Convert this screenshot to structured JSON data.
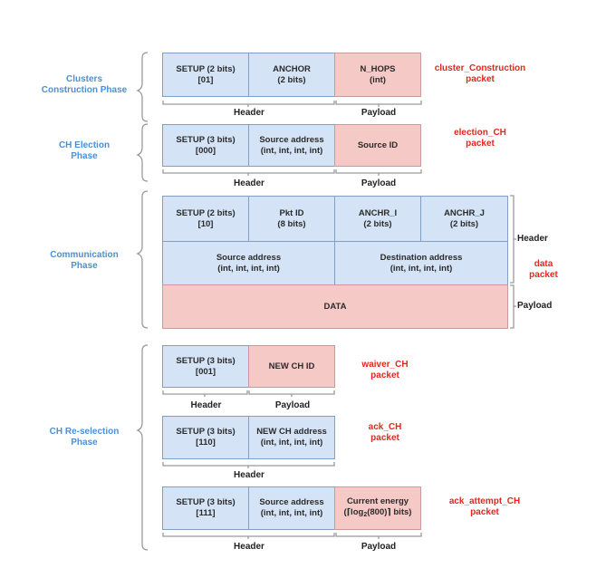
{
  "phases": {
    "clusters": "Clusters\nConstruction Phase",
    "election": "CH Election\nPhase",
    "communication": "Communication\nPhase",
    "reselection": "CH Re-selection\nPhase"
  },
  "cluster_packet": {
    "cells": [
      "SETUP (2 bits)\n[01]",
      "ANCHOR\n(2 bits)",
      "N_HOPS\n(int)"
    ],
    "header": "Header",
    "payload": "Payload",
    "name": "cluster_Construction\npacket"
  },
  "election_packet": {
    "cells": [
      "SETUP (3 bits)\n[000]",
      "Source address\n(int, int, int, int)",
      "Source ID"
    ],
    "header": "Header",
    "payload": "Payload",
    "name": "election_CH\npacket"
  },
  "data_packet": {
    "row1": [
      "SETUP (2 bits)\n[10]",
      "Pkt ID\n(8 bits)",
      "ANCHR_I\n(2 bits)",
      "ANCHR_J\n(2 bits)"
    ],
    "row2": [
      "Source address\n(int, int, int, int)",
      "Destination address\n(int, int, int, int)"
    ],
    "row3": "DATA",
    "header": "Header",
    "payload": "Payload",
    "name": "data\npacket"
  },
  "waiver_packet": {
    "cells": [
      "SETUP (3 bits)\n[001]",
      "NEW CH ID"
    ],
    "header": "Header",
    "payload": "Payload",
    "name": "waiver_CH\npacket"
  },
  "ack_packet": {
    "cells": [
      "SETUP (3 bits)\n[110]",
      "NEW CH address\n(int, int, int, int)"
    ],
    "header": "Header",
    "name": "ack_CH\npacket"
  },
  "ack_attempt_packet": {
    "cells": [
      "SETUP (3 bits)\n[111]",
      "Source address\n(int, int, int, int)"
    ],
    "energy_line1": "Current energy",
    "energy_pre": "(⌈log",
    "energy_sub": "2",
    "energy_post": "(800)⌉ bits)",
    "header": "Header",
    "payload": "Payload",
    "name": "ack_attempt_CH\npacket"
  }
}
